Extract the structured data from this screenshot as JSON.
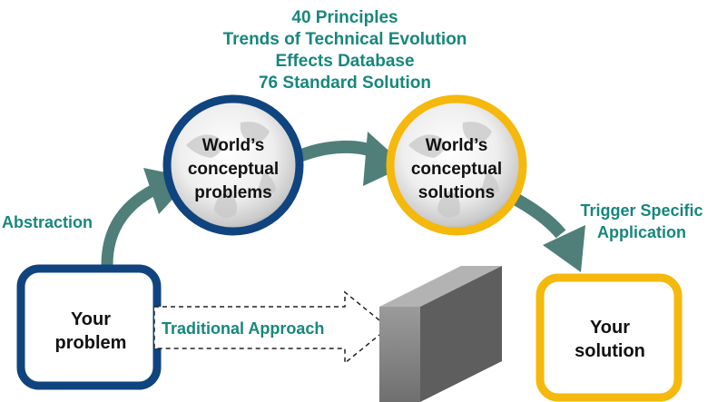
{
  "tools": [
    "40 Principles",
    "Trends of Technical Evolution",
    "Effects Database",
    "76 Standard Solution"
  ],
  "globes": {
    "problems": {
      "label": "World’s conceptual problems",
      "lines": [
        "World’s",
        "conceptual",
        "problems"
      ]
    },
    "solutions": {
      "label": "World’s conceptual solutions",
      "lines": [
        "World’s",
        "conceptual",
        "solutions"
      ]
    }
  },
  "boxes": {
    "your_problem": {
      "lines": [
        "Your",
        "problem"
      ]
    },
    "your_solution": {
      "lines": [
        "Your",
        "solution"
      ]
    }
  },
  "arrows": {
    "abstraction": "Abstraction",
    "trigger": [
      "Trigger Specific",
      "Application"
    ],
    "traditional": "Traditional Approach"
  },
  "colors": {
    "teal_text": "#17877c",
    "arrow": "#4f7f78",
    "navy": "#10447e",
    "gold": "#f5b80c",
    "wall": "#8c8c8c"
  }
}
